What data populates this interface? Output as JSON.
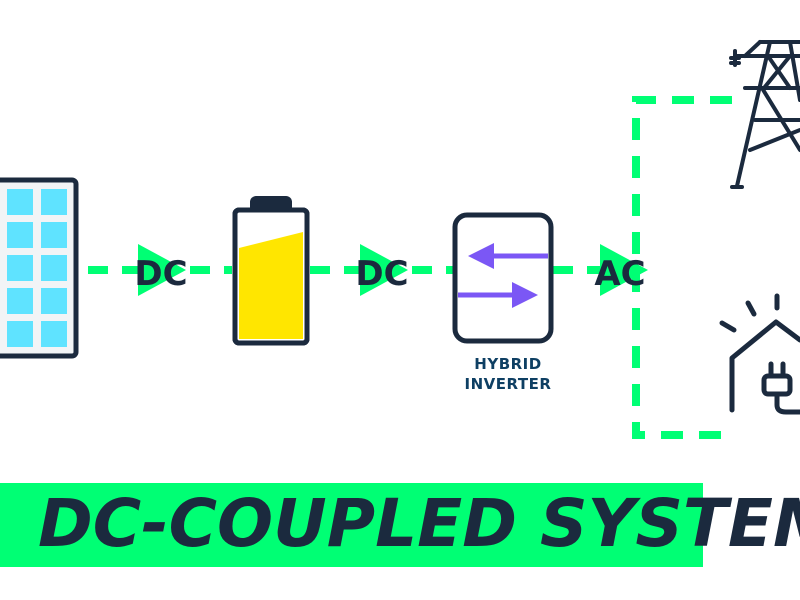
{
  "labels": {
    "flow_1": "DC",
    "flow_2": "DC",
    "flow_3": "AC",
    "inverter_line1": "HYBRID",
    "inverter_line2": "INVERTER",
    "title": "DC-COUPLED SYSTEM"
  },
  "icons": {
    "solar_panel": "solar-panel-icon",
    "battery": "battery-icon",
    "inverter": "hybrid-inverter-icon",
    "grid": "transmission-tower-icon",
    "home": "house-plug-icon"
  },
  "colors": {
    "flow_green": "#00ff74",
    "dark_navy": "#1b2a3e",
    "panel_cell_blue": "#5fe3ff",
    "battery_yellow": "#ffe600",
    "arrow_purple": "#7b57f5",
    "inverter_label_blue": "#0e3f63"
  }
}
